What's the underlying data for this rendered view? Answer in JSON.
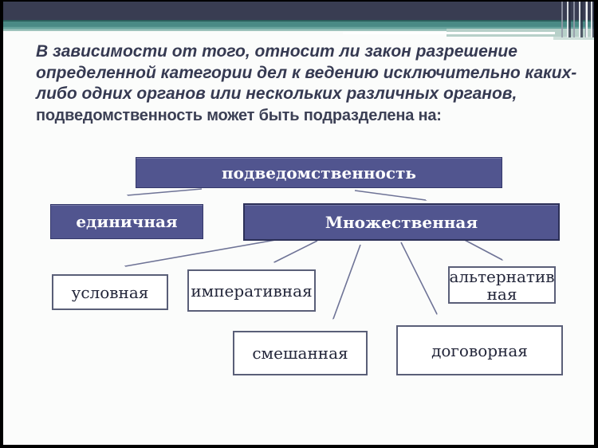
{
  "title": {
    "lines": [
      "В зависимости от того, относит ли закон разрешение",
      "определенной категории дел к ведению исключительно каких-",
      "либо одних органов или нескольких различных органов,",
      "подведомственность может быть подразделена на:"
    ]
  },
  "diagram": {
    "root": {
      "label": "подведомственность"
    },
    "single": {
      "label": "единичная"
    },
    "multiple": {
      "label": "Множественная"
    },
    "conditional": {
      "label": "условная"
    },
    "imperative": {
      "label": "императивная"
    },
    "mixed": {
      "label": "смешанная"
    },
    "contractual": {
      "label": "договорная"
    },
    "alternative": {
      "lines": [
        "альтернатив",
        "ная"
      ]
    }
  },
  "colors": {
    "node_fill": "#51558f",
    "header_navy": "#393d52",
    "header_teal": "#4a8a85",
    "arrow": "#6e7396",
    "title_text": "#363a52"
  }
}
